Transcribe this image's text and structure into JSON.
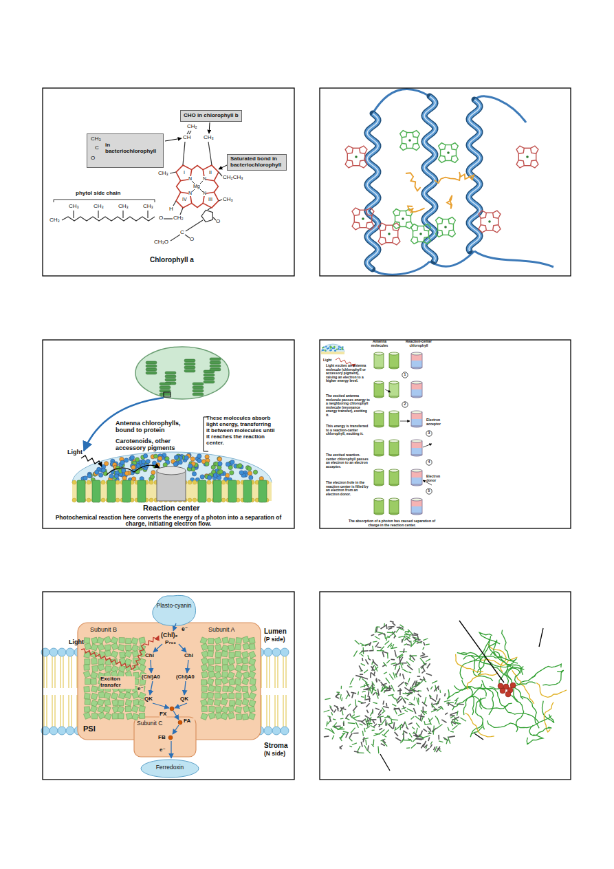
{
  "diagram": {
    "nodes": [
      {
        "text": [
          "CHO in chlorophyll b"
        ]
      },
      {
        "text": [
          "CH₃",
          "C",
          "O",
          "in bacteriochlorophyll"
        ]
      },
      {
        "text": [
          "Saturated bond in bacteriochlorophyll"
        ]
      },
      {
        "text": [
          "Plasto-cyanin"
        ]
      },
      {
        "text": [
          "Subunit B",
          "Subunit A",
          "PSI"
        ]
      },
      {
        "text": [
          "Subunit C"
        ]
      },
      {
        "text": [
          "Ferredoxin"
        ]
      }
    ],
    "labels": [
      "CH₂",
      "CH",
      "CH₃",
      "CH₃",
      "I",
      "N",
      "II",
      "N",
      "Mg",
      "CH₂CH₃",
      "N",
      "IV",
      "N",
      "III",
      "CH₃",
      "H",
      "CH₂",
      "O",
      "C",
      "O",
      "CH₃O",
      "CH₃",
      "CH₃",
      "CH₃",
      "CH₃",
      "CH₃",
      "O",
      "phytol side chain",
      "Chlorophyll a",
      "Antenna chlorophylls, bound to protein",
      "Carotenoids, other accessory pigments",
      "These molecules absorb light energy, transferring it between molecules until it reaches the reaction center.",
      "Light",
      "Reaction center",
      "Photochemical reaction here converts the energy of a photon into a separation of charge, initiating electron flow.",
      "Antenna molecules",
      "Reaction-center chlorophyll",
      "Light",
      "Light excites an antenna molecule (chlorophyll or accessory pigment), raising an electron to a higher energy level.",
      "1",
      "The excited antenna molecule passes energy to a neighboring chlorophyll molecule (resonance energy transfer), exciting it.",
      "2",
      "This energy is transferred to a reaction-center chlorophyll, exciting it.",
      "Electron acceptor",
      "3",
      "The excited reaction-center chlorophyll passes an electron to an electron acceptor.",
      "4",
      "The electron hole in the reaction center is filled by an electron from an electron donor.",
      "Electron donor",
      "5",
      "The absorption of a photon has caused separation of charge in the reaction center.",
      "Light",
      "Lumen",
      "(P side)",
      "(Chl)₂",
      "e⁻",
      "P₇₀₀",
      "Chl",
      "Chl",
      "Exciton transfer",
      "(Chl)A0",
      "(Chl)A0",
      "e⁻",
      "QK",
      "QK",
      "FX",
      "FA",
      "FB",
      "e⁻",
      "Stroma",
      "(N side)"
    ]
  }
}
